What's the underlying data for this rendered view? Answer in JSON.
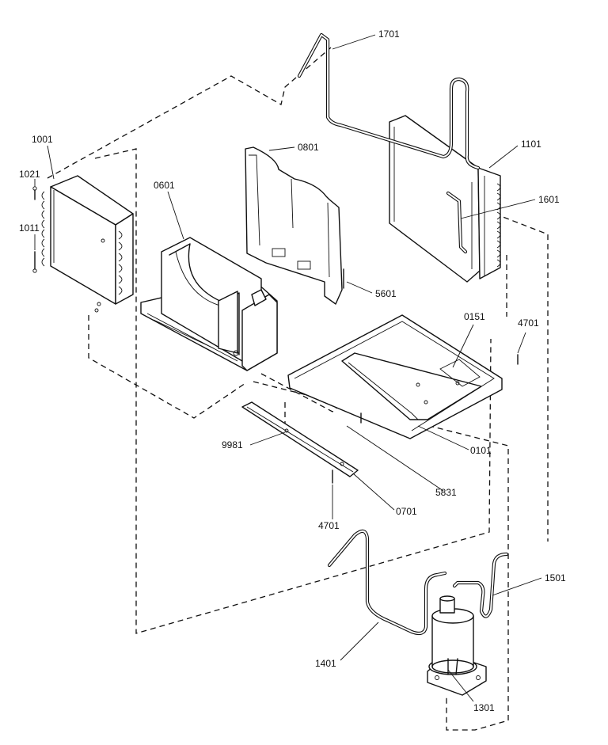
{
  "labels": {
    "p1701": "1701",
    "p1001": "1001",
    "p1021": "1021",
    "p1011": "1011",
    "p0801": "0801",
    "p0601": "0601",
    "p1101": "1101",
    "p1601": "1601",
    "p5601": "5601",
    "p0151": "0151",
    "p4701a": "4701",
    "p9981": "9981",
    "p0101": "0101",
    "p5831": "5831",
    "p4701b": "4701",
    "p0701": "0701",
    "p1501": "1501",
    "p1401": "1401",
    "p1301": "1301"
  }
}
